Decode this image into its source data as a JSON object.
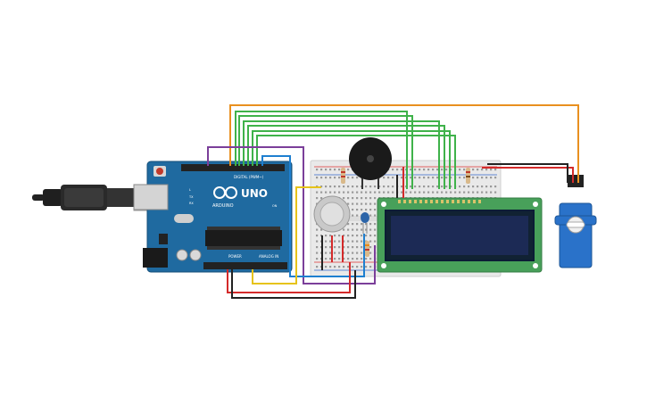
{
  "board": {
    "brand": "UNO",
    "name": "ARDUINO",
    "digital_label": "DIGITAL (PWM~)",
    "power_label": "POWER",
    "analog_label": "ANALOG IN",
    "tx_label": "TX",
    "rx_label": "RX",
    "l_label": "L",
    "on_label": "ON"
  },
  "lcd": {
    "text_line_1": "",
    "text_line_2": ""
  },
  "colors": {
    "board": "#1f6aa0",
    "breadboard": "#e9e9e9",
    "lcd_pcb": "#48a05a",
    "lcd_screen": "#1c2a55",
    "servo": "#2a72c9",
    "wire_orange": "#e9901f",
    "wire_green": "#3fb24a",
    "wire_purple": "#7b3f9a",
    "wire_blue": "#1e7fd0",
    "wire_red": "#d42a2a",
    "wire_black": "#222222",
    "wire_yellow": "#e6c31a"
  }
}
